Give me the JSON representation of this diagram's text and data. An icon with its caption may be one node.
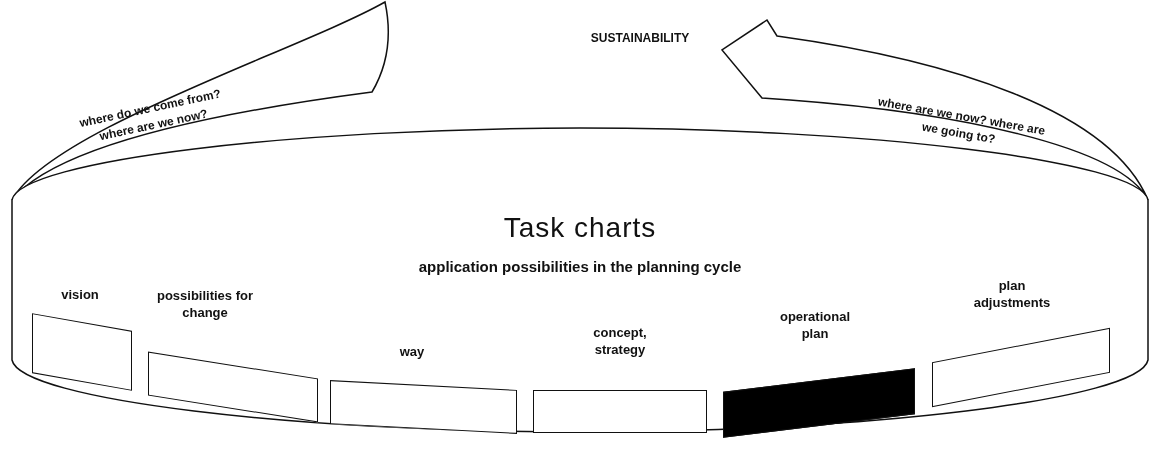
{
  "diagram": {
    "nodes": [
      {
        "text": [
          "Task charts",
          "application possibilities in the planning cycle"
        ]
      },
      {
        "text": [
          "vision"
        ],
        "in": 0
      },
      {
        "text": [
          "possibilities for change"
        ],
        "in": 0
      },
      {
        "text": [
          "way"
        ],
        "in": 0
      },
      {
        "text": [
          "concept, strategy"
        ],
        "in": 0
      },
      {
        "text": [
          "operational plan"
        ],
        "in": 0
      },
      {
        "text": [
          "plan adjustments"
        ],
        "in": 0
      }
    ],
    "labels": [
      "SUSTAINABILITY",
      "where do we come from? where are we now?",
      "where are we now? where are we going to?"
    ]
  }
}
